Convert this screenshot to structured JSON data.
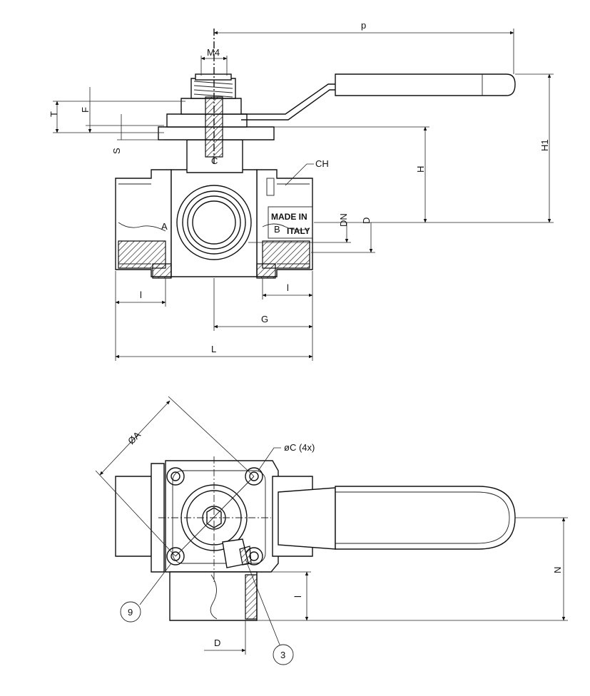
{
  "top_view": {
    "dims": {
      "p": "p",
      "m4": "M4",
      "t": "T",
      "f": "F",
      "s": "S",
      "h1": "H1",
      "h": "H",
      "dn": "DN",
      "d": "D",
      "ch": "CH",
      "l_left": "l",
      "l_right": "l",
      "g": "G",
      "L": "L"
    },
    "port_labels": {
      "a": "A",
      "b": "B",
      "c": "C"
    },
    "marking": {
      "line1": "MADE IN",
      "line2": "ITALY"
    }
  },
  "bottom_view": {
    "dims": {
      "diam_a": "ØA",
      "diam_c": "øC (4x)",
      "n": "N",
      "l": "l",
      "d": "D"
    },
    "callouts": {
      "c9": "9",
      "c3": "3"
    }
  }
}
